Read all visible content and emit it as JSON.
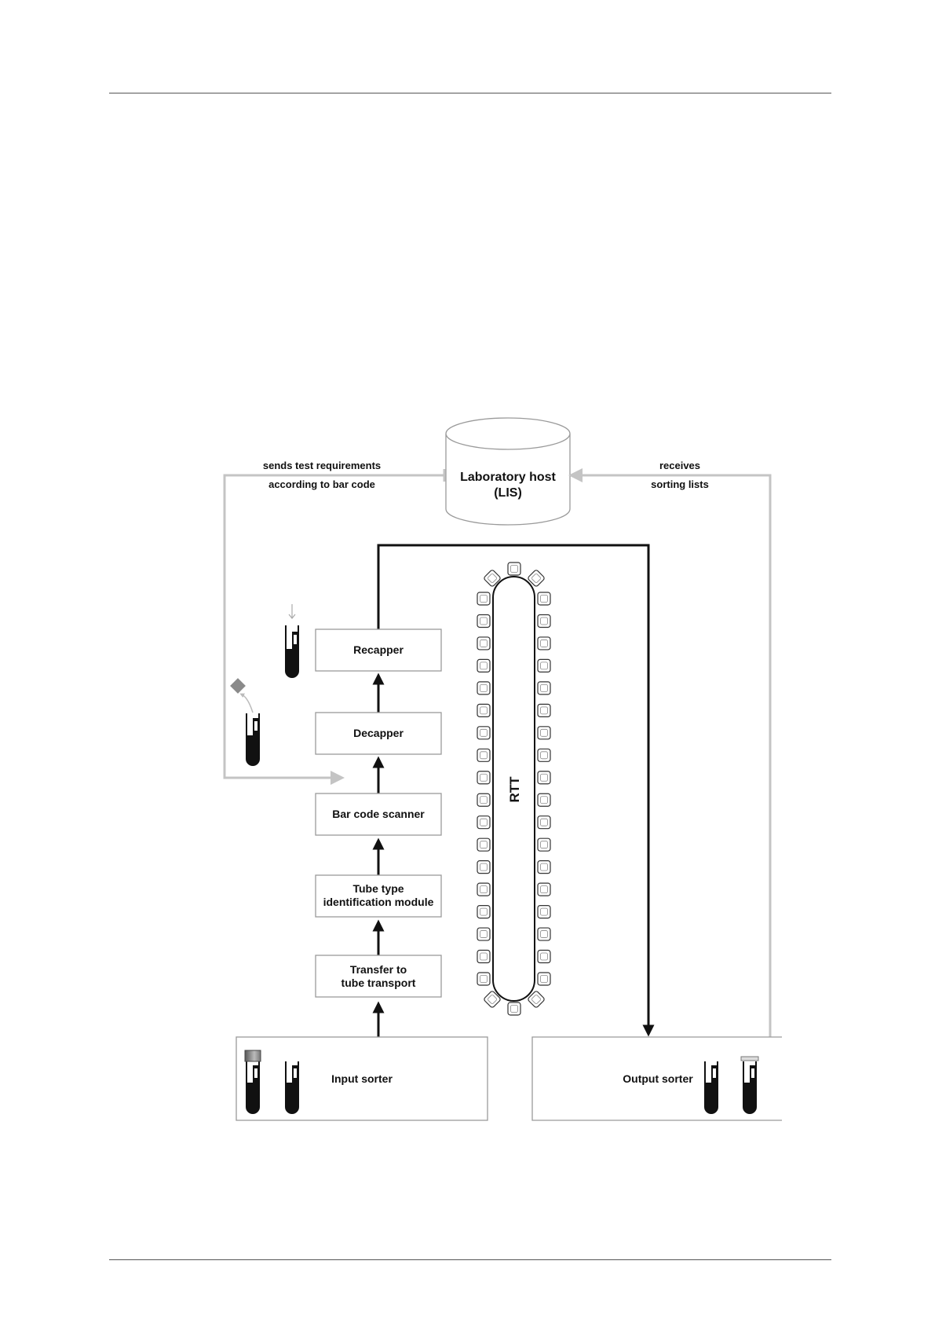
{
  "host": {
    "line1": "Laboratory host",
    "line2": "(LIS)"
  },
  "left_annotation": {
    "line1": "sends test requirements",
    "line2": "according to bar code"
  },
  "right_annotation": {
    "line1": "receives",
    "line2": "sorting lists"
  },
  "modules": {
    "recapper": [
      "Recapper"
    ],
    "decapper": [
      "Decapper"
    ],
    "scanner": [
      "Bar code scanner"
    ],
    "tube_type": [
      "Tube type",
      "identification module"
    ],
    "transfer": [
      "Transfer to",
      "tube transport"
    ]
  },
  "rtt_label": "RTT",
  "input_sorter": "Input sorter",
  "output_sorter": "Output sorter",
  "colors": {
    "flow": "#111111",
    "data_flow": "#c4c4c4",
    "box_border": "#9a9a9a"
  }
}
